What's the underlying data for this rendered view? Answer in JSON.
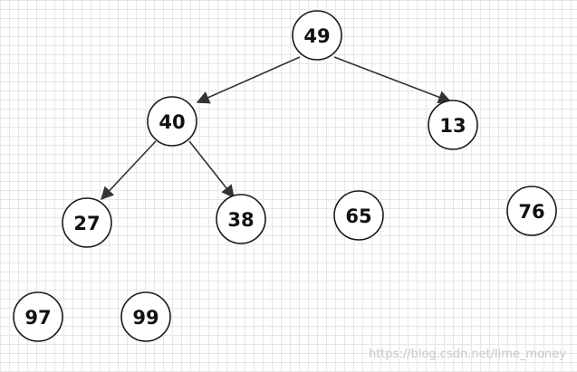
{
  "diagram": {
    "nodes": [
      {
        "id": "n49",
        "label": "49"
      },
      {
        "id": "n40",
        "label": "40"
      },
      {
        "id": "n13",
        "label": "13"
      },
      {
        "id": "n27",
        "label": "27"
      },
      {
        "id": "n38",
        "label": "38"
      },
      {
        "id": "n65",
        "label": "65"
      },
      {
        "id": "n76",
        "label": "76"
      },
      {
        "id": "n97",
        "label": "97"
      },
      {
        "id": "n99",
        "label": "99"
      }
    ],
    "edges": [
      {
        "from": "49",
        "to": "40"
      },
      {
        "from": "49",
        "to": "13"
      },
      {
        "from": "40",
        "to": "27"
      },
      {
        "from": "40",
        "to": "38"
      }
    ]
  },
  "watermark": "https://blog.csdn.net/lime_money",
  "colors": {
    "node_stroke": "#1a1a1a",
    "node_fill": "#ffffff",
    "edge": "#333333",
    "grid": "#e6e6e6"
  }
}
